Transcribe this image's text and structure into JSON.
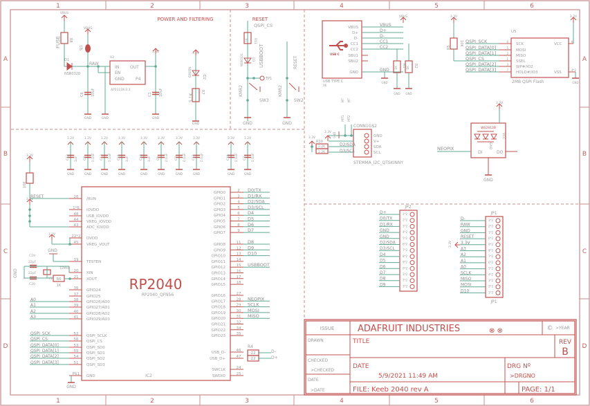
{
  "colors": {
    "frame": "#c98a8a",
    "component": "#c0504d",
    "wire": "#5fa894",
    "pin_text": "#9a9a9a",
    "net_text": "#8a8a8a"
  },
  "frame": {
    "columns": [
      "1",
      "2",
      "3",
      "4",
      "5",
      "6"
    ],
    "rows": [
      "A",
      "B",
      "C",
      "D"
    ]
  },
  "power": {
    "title": "POWER AND FILTERING",
    "vbus1": "VBUS",
    "fuse": "FUSE",
    "r8": "R8",
    "d1": "D1",
    "d1_part": "NSR0320",
    "vbus2": "VBUS",
    "sj1": "SJ1",
    "raw": "RAW",
    "u2": "U2",
    "u2_in": "IN",
    "u2_en": "EN",
    "u2_gnd": "GND",
    "u2_out": "OUT",
    "u2_p4": "P4",
    "u2_part": "AP2112K-3.3",
    "c_in": "C6",
    "c_in_val": "10uF",
    "c_out": "C1",
    "c_out_val": "10uF",
    "v33": "3.3V",
    "led_v": "3.3V",
    "led_color": "GREEN",
    "led": "D2",
    "r7": "R7",
    "r7_val": "5.1K",
    "gnd": "GND"
  },
  "reset": {
    "title": "RESET",
    "qspi_cs": "QSPI_CS",
    "r11": "R11",
    "r11_val": "1K",
    "d3": "D3",
    "d3_part": "NSR0320",
    "usbboot": "USBBOOT",
    "tp1": "TP1",
    "kmr2": "KMR2",
    "sw3": "SW3",
    "gnd": "GND",
    "reset_net": "RESET",
    "kmr2b": "KMR2",
    "sw2": "SW2"
  },
  "decoupling": [
    {
      "v": "1.2V",
      "name": "C12",
      "val": "1uF"
    },
    {
      "v": "1.2V",
      "name": "C8",
      "val": "0.1uF"
    },
    {
      "v": "1.2V",
      "name": "C13",
      "val": "0.1uF"
    },
    {
      "v": "3.3V",
      "name": "C15",
      "val": "1uF"
    },
    {
      "v": "3.3V",
      "name": "C10",
      "val": "1uF"
    },
    {
      "v": "3.3V",
      "name": "C9",
      "val": "0.1uF"
    },
    {
      "v": "3.3V",
      "name": "C3",
      "val": "0.1uF"
    },
    {
      "v": "3.3V",
      "name": "C11",
      "val": "0.1uF"
    },
    {
      "v": "3.3V",
      "name": "C16",
      "val": "0.1uF"
    },
    {
      "v": "1.2V",
      "name": "C7",
      "val": "0.1uF"
    }
  ],
  "chip": {
    "name": "RP2040",
    "part": "RP2040_QFN56",
    "ref": "IC2",
    "left_pins": [
      {
        "num": "26",
        "name": "/RUN",
        "net": "RESET"
      },
      {
        "num": "1*6",
        "name": "IOVDD",
        "net": ""
      },
      {
        "num": "48",
        "name": "USB_IOVDD",
        "net": ""
      },
      {
        "num": "44",
        "name": "VREG_IOVDD",
        "net": ""
      },
      {
        "num": "43",
        "name": "ADC_IOVDD",
        "net": ""
      },
      {
        "num": "22*2",
        "name": "DVDD",
        "net": ""
      },
      {
        "num": "45",
        "name": "VREG_VOUT",
        "net": ""
      },
      {
        "num": "19",
        "name": "TESTEN",
        "net": ""
      },
      {
        "num": "20",
        "name": "XIN",
        "net": ""
      },
      {
        "num": "21",
        "name": "XOUT",
        "net": ""
      },
      {
        "num": "36",
        "name": "GPIO24",
        "net": ""
      },
      {
        "num": "37",
        "name": "GPIO25",
        "net": ""
      },
      {
        "num": "38",
        "name": "GPIO26/AD0",
        "net": "A0"
      },
      {
        "num": "39",
        "name": "GPIO27/AD1",
        "net": "A1"
      },
      {
        "num": "40",
        "name": "GPIO28/AD2",
        "net": "A2"
      },
      {
        "num": "41",
        "name": "GPIO29/AD3",
        "net": "A3"
      },
      {
        "num": "52",
        "name": "QSPI_SCLK",
        "net": "QSPI_SCK"
      },
      {
        "num": "56",
        "name": "QSPI_CS",
        "net": "QSPI_CS"
      },
      {
        "num": "53",
        "name": "QSPI_SD0",
        "net": "QSPI_DATA[0]"
      },
      {
        "num": "55",
        "name": "QSPI_SD1",
        "net": "QSPI_DATA[1]"
      },
      {
        "num": "54",
        "name": "QSPI_SD2",
        "net": "QSPI_DATA[2]"
      },
      {
        "num": "51",
        "name": "QSPI_SD3",
        "net": "QSPI_DATA[3]"
      },
      {
        "num": "P$1",
        "name": "GND",
        "net": ""
      }
    ],
    "right_pins": [
      {
        "num": "2",
        "name": "GPIO0",
        "net": "D0/TX"
      },
      {
        "num": "3",
        "name": "GPIO1",
        "net": "D1/RX"
      },
      {
        "num": "4",
        "name": "GPIO2",
        "net": "D2/SDA"
      },
      {
        "num": "5",
        "name": "GPIO3",
        "net": "D3/SCL"
      },
      {
        "num": "6",
        "name": "GPIO4",
        "net": "D4"
      },
      {
        "num": "7",
        "name": "GPIO5",
        "net": "D5"
      },
      {
        "num": "8",
        "name": "GPIO6",
        "net": "D6"
      },
      {
        "num": "9",
        "name": "GPIO7",
        "net": "D7"
      },
      {
        "num": "11",
        "name": "GPIO8",
        "net": "D8"
      },
      {
        "num": "12",
        "name": "GPIO9",
        "net": "D9"
      },
      {
        "num": "13",
        "name": "GPIO10",
        "net": "D10"
      },
      {
        "num": "14",
        "name": "GPIO11",
        "net": ""
      },
      {
        "num": "15",
        "name": "GPIO12",
        "net": "USBBOOT"
      },
      {
        "num": "16",
        "name": "GPIO13",
        "net": ""
      },
      {
        "num": "17",
        "name": "GPIO14",
        "net": ""
      },
      {
        "num": "18",
        "name": "GPIO15",
        "net": ""
      },
      {
        "num": "27",
        "name": "GPIO16",
        "net": ""
      },
      {
        "num": "28",
        "name": "GPIO17",
        "net": "NEOPIX"
      },
      {
        "num": "29",
        "name": "GPIO18",
        "net": "SCLK"
      },
      {
        "num": "30",
        "name": "GPIO19",
        "net": "MOSI"
      },
      {
        "num": "31",
        "name": "GPIO20",
        "net": "MISO"
      },
      {
        "num": "32",
        "name": "GPIO21",
        "net": ""
      },
      {
        "num": "34",
        "name": "GPIO22",
        "net": ""
      },
      {
        "num": "35",
        "name": "GPIO23",
        "net": ""
      },
      {
        "num": "46",
        "name": "USB_D-",
        "net": ""
      },
      {
        "num": "47",
        "name": "USB_D+",
        "net": ""
      },
      {
        "num": "24",
        "name": "SWCLK",
        "net": ""
      },
      {
        "num": "25",
        "name": "SWDIO",
        "net": ""
      }
    ],
    "support": {
      "r_pullup": "10K",
      "v33": "3.3V",
      "v12": "1.2V",
      "gnd": "GND",
      "c19": "C19",
      "c19_val": "22pF",
      "c20": "C20",
      "c20_val": "22pF",
      "y1": "Y1",
      "y1_val": "12MHz",
      "r6": "R6",
      "r6_val": "1K",
      "r4": "R4",
      "r4_a": "22",
      "r4_b": "22",
      "usb_dm": "D-",
      "usb_dp": "D+"
    }
  },
  "usb": {
    "pins": [
      "VBUS",
      "D+",
      "D-",
      "CC1",
      "CC2",
      "SBU1",
      "SBU2",
      "GND"
    ],
    "nets": [
      "VBUS",
      "D+",
      "D-",
      "CC1",
      "CC2",
      "",
      "",
      "GND"
    ],
    "logo": "USB C",
    "part": "USB TYPE C",
    "ref": "X6",
    "vbus": "VBUS",
    "r1": "R1",
    "r1_val": "1K",
    "r2": "R2",
    "r2_val": "1K",
    "gnd": "GND"
  },
  "flash": {
    "ref": "U5",
    "part": "2MB QSPI Flash",
    "pins": [
      {
        "num": "6",
        "name": "SCK",
        "net": "QSPI_SCK"
      },
      {
        "num": "5",
        "name": "MOSI",
        "net": "QSPI_DATA[0]"
      },
      {
        "num": "2",
        "name": "MISO",
        "net": "QSPI_DATA[1]"
      },
      {
        "num": "1",
        "name": "SSEL",
        "net": "QSPI_CS"
      },
      {
        "num": "3",
        "name": "WP#/IO2",
        "net": "QSPI_DATA[2]"
      },
      {
        "num": "7",
        "name": "HOLD#/IO3",
        "net": "QSPI_DATA[3]"
      }
    ],
    "vcc": "VCC",
    "vcc_num": "8",
    "vss": "VSS",
    "vss_num": "4*2",
    "r5": "R5",
    "r5_val": "10K",
    "v33": "3.3V",
    "gnd": "GND"
  },
  "stemma": {
    "ref": "CONN1G$2",
    "part": "STEMMA_I2C_QTSKINNY",
    "pins": [
      "GND",
      "V+",
      "SDA",
      "SCL"
    ],
    "nets": [
      "D2/SDA",
      "D3/SCL"
    ],
    "mt1": "MT1",
    "mt2": "MT2",
    "mt": "MT",
    "r10": "R10",
    "r10_a": "2.2K",
    "r10_b": "2.2K",
    "v33": "3.3V",
    "gnd": "GND"
  },
  "neopixel": {
    "part": "WS2812B",
    "di": "DI",
    "do": "DO",
    "vcc": "VCC",
    "gnd_pin": "GND",
    "net": "NEOPIX",
    "v33": "3.3V",
    "gnd": "GND"
  },
  "jp2": {
    "ref": "JP2",
    "nets": [
      "D+",
      "D0/TX",
      "D1/RX",
      "GND",
      "GND",
      "D2/SDA",
      "D3/SCL",
      "D4",
      "D5",
      "D6",
      "D7",
      "D8",
      "D9"
    ],
    "nums": [
      "1*2",
      "2*2",
      "3*2",
      "4*2",
      "5*2",
      "6*2",
      "7*2",
      "8*2",
      "9*2",
      "0*2",
      "1*2",
      "2*2",
      "3*2"
    ]
  },
  "jp1": {
    "ref": "JP1",
    "nets": [
      "D-",
      "RAW",
      "GND",
      "RESET",
      "3.3V",
      "A3",
      "A2",
      "A1",
      "A0",
      "SCLK",
      "MISO",
      "MOSI",
      "D10"
    ],
    "nums": [
      "3*2",
      "2*2",
      "1*2",
      "0*2",
      "9*2",
      "8*2",
      "7*2",
      "6*2",
      "5*2",
      "4*2",
      "3*2",
      "2*2",
      "1*2"
    ],
    "v33": "3.3V"
  },
  "title_block": {
    "issue": "ISSUE",
    "company": "ADAFRUIT INDUSTRIES",
    "year": ">YEAR",
    "copyright": "©",
    "drawn": "DRAWN",
    "checked": "CHECKED",
    "checked_val": ">CHECKED",
    "date_label_left": "DATE",
    "date_val_left": ">DATE",
    "title": "TITLE",
    "rev_label": "REV",
    "rev": "B",
    "date_label": "DATE",
    "date": "5/9/2021 11:49 AM",
    "drg_label": "DRG Nº",
    "drg": ">DRGNO",
    "file": "FILE:  Keeb 2040 rev A",
    "page": "PAGE: 1/1"
  }
}
